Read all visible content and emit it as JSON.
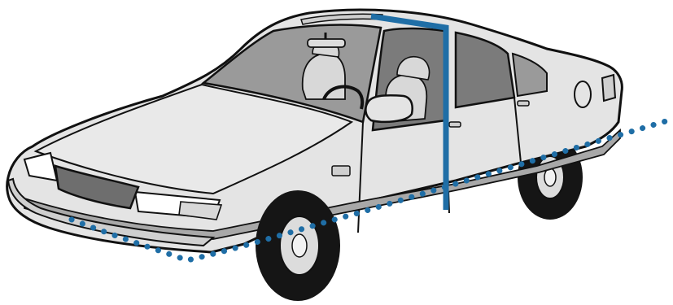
{
  "figure": {
    "subject": "sedan-car-illustration",
    "colors": {
      "outline": "#111111",
      "body": "#e4e4e4",
      "body_shade": "#cfcfcf",
      "glass": "#9a9a9a",
      "glass_dark": "#7b7b7b",
      "seat": "#d8d8d8",
      "trim_stripe": "#a8a8a8",
      "grille": "#6e6e6e",
      "tire": "#151515",
      "hub": "#dcdcdc",
      "overlay_blue": "#1f6ea6"
    },
    "overlays": [
      {
        "kind": "solid-line",
        "marks": "door-frame-and-b-pillar"
      },
      {
        "kind": "dotted-line",
        "marks": "lower-body-sill-rocker"
      }
    ]
  }
}
